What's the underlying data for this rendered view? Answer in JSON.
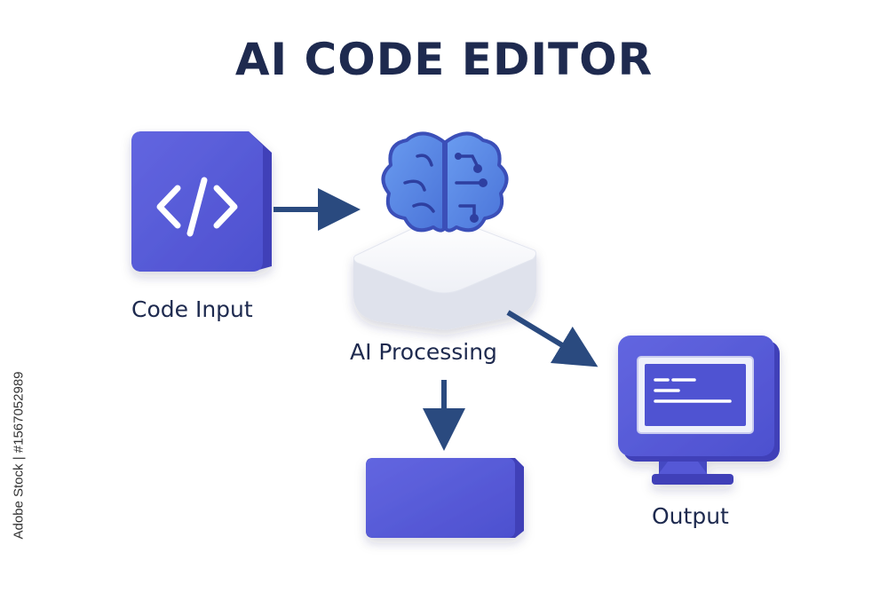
{
  "title": "AI CODE EDITOR",
  "nodes": {
    "code_input": {
      "label": "Code Input",
      "icon": "code-brackets-icon"
    },
    "ai_processing": {
      "label": "AI Processing",
      "icon": "brain-circuit-icon"
    },
    "output": {
      "label": "Output",
      "icon": "monitor-icon"
    },
    "result_block": {
      "label": ""
    }
  },
  "watermark": {
    "stock_id": "Adobe Stock | #1567052989"
  },
  "colors": {
    "accent": "#5558d6",
    "accent_dark": "#3f41b8",
    "arrow": "#2a4a7f",
    "text": "#1e2a4f"
  }
}
